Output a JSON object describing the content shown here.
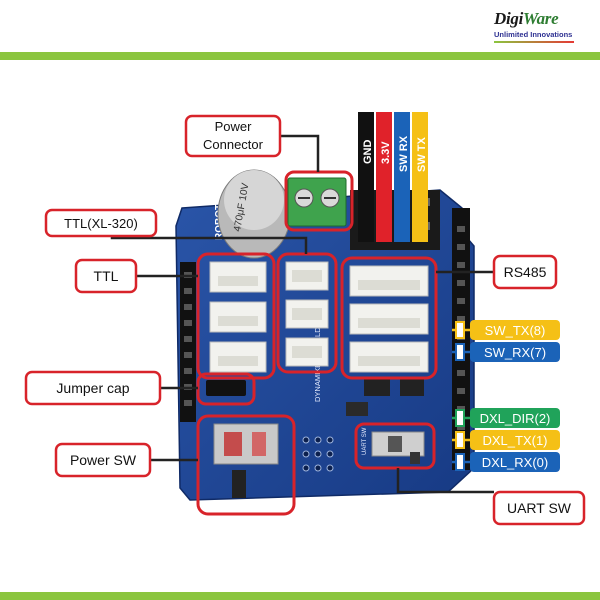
{
  "logo": {
    "brand_part1": "Digi",
    "brand_part2": "Ware",
    "tagline": "Unlimited Innovations"
  },
  "callouts": {
    "power_connector_line1": "Power",
    "power_connector_line2": "Connector",
    "ttl_xl320": "TTL(XL-320)",
    "ttl": "TTL",
    "rs485": "RS485",
    "jumper_cap": "Jumper cap",
    "power_sw": "Power SW",
    "uart_sw": "UART SW"
  },
  "wires": {
    "gnd": "GND",
    "v33": "3.3V",
    "sw_rx": "SW RX",
    "sw_tx": "SW TX"
  },
  "pins": {
    "sw_tx": "SW_TX(8)",
    "sw_rx": "SW_RX(7)",
    "dxl_dir": "DXL_DIR(2)",
    "dxl_tx": "DXL_TX(1)",
    "dxl_rx": "DXL_RX(0)"
  },
  "board_print": {
    "brand": "ROBOTIS",
    "board_name": "DYNAMIXEL_SHIELD",
    "cap_value": "470μF 10V",
    "uart_label": "UART SW"
  },
  "colors": {
    "board": "#1d3f8f",
    "callout_border": "#d8232a",
    "pin_yellow": "#f5c016",
    "pin_blue": "#1b63b8",
    "pin_green": "#20a35a",
    "wire_black": "#111111",
    "wire_red": "#e0222a",
    "wire_blue": "#1b63b8",
    "wire_yellow": "#f5c016",
    "band_green": "#8bc53f"
  }
}
